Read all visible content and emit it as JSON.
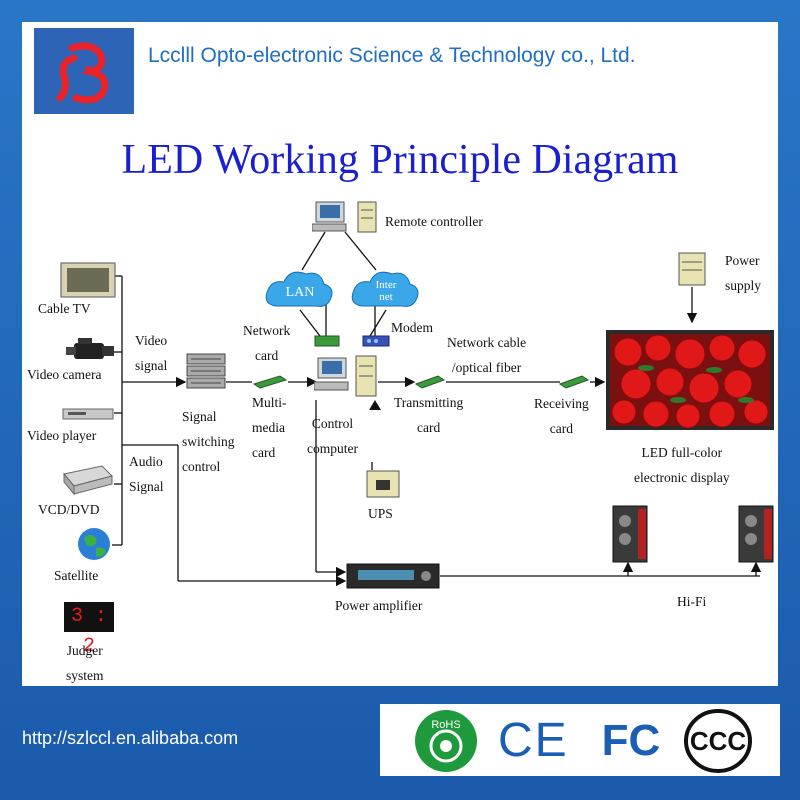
{
  "header": {
    "company": "Lcclll  Opto-electronic Science & Technology co., Ltd."
  },
  "title": "LED Working Principle Diagram",
  "sources": {
    "cable_tv": "Cable TV",
    "video_camera": "Video camera",
    "video_player": "Video player",
    "vcd_dvd": "VCD/DVD",
    "satellite": "Satellite",
    "judger": [
      "Judger",
      "system"
    ],
    "judger_display": "3 : 2"
  },
  "signals": {
    "video": [
      "Video",
      "signal"
    ],
    "audio": [
      "Audio",
      "Signal"
    ]
  },
  "nodes": {
    "signal_switching": [
      "Signal",
      "switching",
      "control"
    ],
    "multimedia": [
      "Multi-",
      "media",
      "card"
    ],
    "network_card": [
      "Network",
      "card"
    ],
    "lan": "LAN",
    "internet": [
      "Inter",
      "net"
    ],
    "modem": "Modem",
    "remote_controller": "Remote controller",
    "control_computer": [
      "Control",
      "computer"
    ],
    "ups": "UPS",
    "network_cable": [
      "Network cable",
      "/optical fiber"
    ],
    "transmitting": [
      "Transmitting",
      "card"
    ],
    "receiving": [
      "Receiving",
      "card"
    ],
    "power_supply": [
      "Power",
      "supply"
    ],
    "display": [
      "LED full-color",
      "electronic display"
    ],
    "power_amplifier": "Power amplifier",
    "hifi": "Hi-Fi"
  },
  "footer": {
    "url": "http://szlccl.en.alibaba.com",
    "rohs": "RoHS",
    "ce": "CE",
    "fc": "FC",
    "ccc": "CCC"
  },
  "colors": {
    "frame": "#1c63b4",
    "title": "#1a1fd0",
    "company": "#1f6fc4",
    "cloud": "#3aa8e8"
  }
}
